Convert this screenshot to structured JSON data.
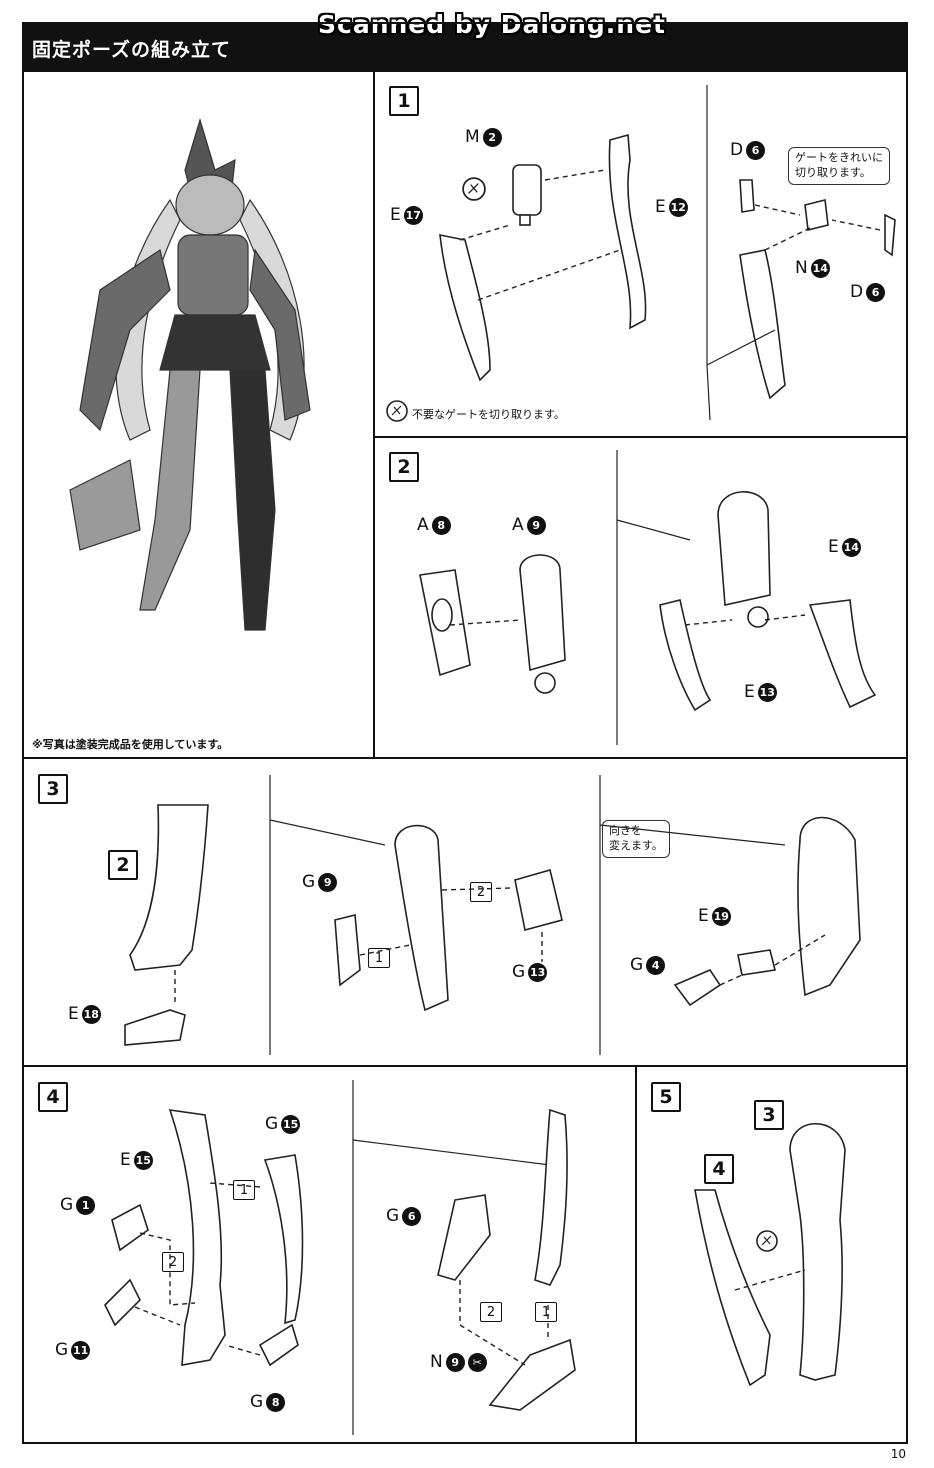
{
  "watermark": "Scanned by Dalong.net",
  "header": {
    "title": "固定ポーズの組み立て"
  },
  "photo_note": "※写真は塗装完成品を使用しています。",
  "page_number": "10",
  "steps": {
    "s1": {
      "number": "1",
      "parts": {
        "m2": {
          "l": "M",
          "n": "2"
        },
        "e17": {
          "l": "E",
          "n": "17"
        },
        "e12": {
          "l": "E",
          "n": "12"
        },
        "d6a": {
          "l": "D",
          "n": "6"
        },
        "n14": {
          "l": "N",
          "n": "14"
        },
        "d6b": {
          "l": "D",
          "n": "6"
        }
      },
      "callout": "ゲートをきれいに\n切り取ります。",
      "note": "不要なゲートを切り取ります。"
    },
    "s2": {
      "number": "2",
      "parts": {
        "a8": {
          "l": "A",
          "n": "8"
        },
        "a9": {
          "l": "A",
          "n": "9"
        },
        "e14": {
          "l": "E",
          "n": "14"
        },
        "e13": {
          "l": "E",
          "n": "13"
        }
      }
    },
    "s3": {
      "number": "3",
      "ref": "2",
      "parts": {
        "e18": {
          "l": "E",
          "n": "18"
        },
        "g9": {
          "l": "G",
          "n": "9"
        },
        "g13": {
          "l": "G",
          "n": "13"
        },
        "e19": {
          "l": "E",
          "n": "19"
        },
        "g4": {
          "l": "G",
          "n": "4"
        }
      },
      "sub": {
        "one": "1",
        "two": "2"
      },
      "callout": "向きを\n変えます。"
    },
    "s4": {
      "number": "4",
      "parts": {
        "g15": {
          "l": "G",
          "n": "15"
        },
        "e15": {
          "l": "E",
          "n": "15"
        },
        "g1": {
          "l": "G",
          "n": "1"
        },
        "g11": {
          "l": "G",
          "n": "11"
        },
        "g8": {
          "l": "G",
          "n": "8"
        },
        "g6": {
          "l": "G",
          "n": "6"
        },
        "n9": {
          "l": "N",
          "n": "9"
        }
      },
      "sub": {
        "one": "1",
        "two": "2"
      }
    },
    "s5": {
      "number": "5",
      "ref_a": "3",
      "ref_b": "4"
    }
  }
}
